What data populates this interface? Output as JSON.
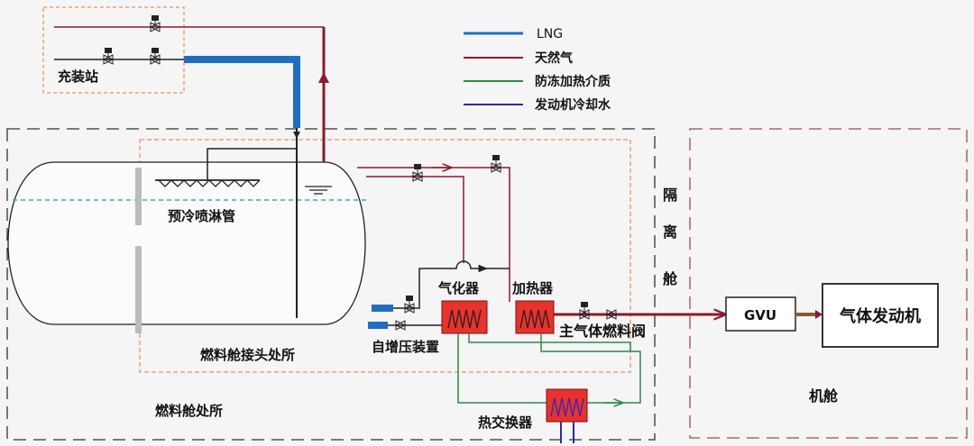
{
  "legend": [
    {
      "label": "LNG",
      "color": "#1f6fc1"
    },
    {
      "label": "天然气",
      "color": "#8b1a2b"
    },
    {
      "label": "防冻加热介质",
      "color": "#2f8a4e"
    },
    {
      "label": "发动机冷却水",
      "color": "#2a2ab5"
    }
  ],
  "labels": {
    "filling_station": "充装站",
    "precool_spray": "预冷喷淋管",
    "vaporizer": "气化器",
    "heater": "加热器",
    "self_pressurizer": "自增压装置",
    "main_gas_valve": "主气体燃料阀",
    "tank_connection_space": "燃料舱接头处所",
    "fuel_tank_space": "燃料舱处所",
    "heat_exchanger": "热交换器",
    "gvu": "GVU",
    "gas_engine": "气体发动机",
    "engine_room": "机舱",
    "isolation": [
      "隔",
      "离",
      "舱"
    ]
  },
  "colors": {
    "lng": "#1f6fc1",
    "gas": "#8b1a2b",
    "heating": "#2f8a4e",
    "coolant": "#2a2ab5",
    "equipment_red": "#e8322b",
    "tank_dash": "#2bb5b0",
    "zone_dash_orange": "#e8a27a",
    "engine_room_dash": "#a04a4a"
  }
}
